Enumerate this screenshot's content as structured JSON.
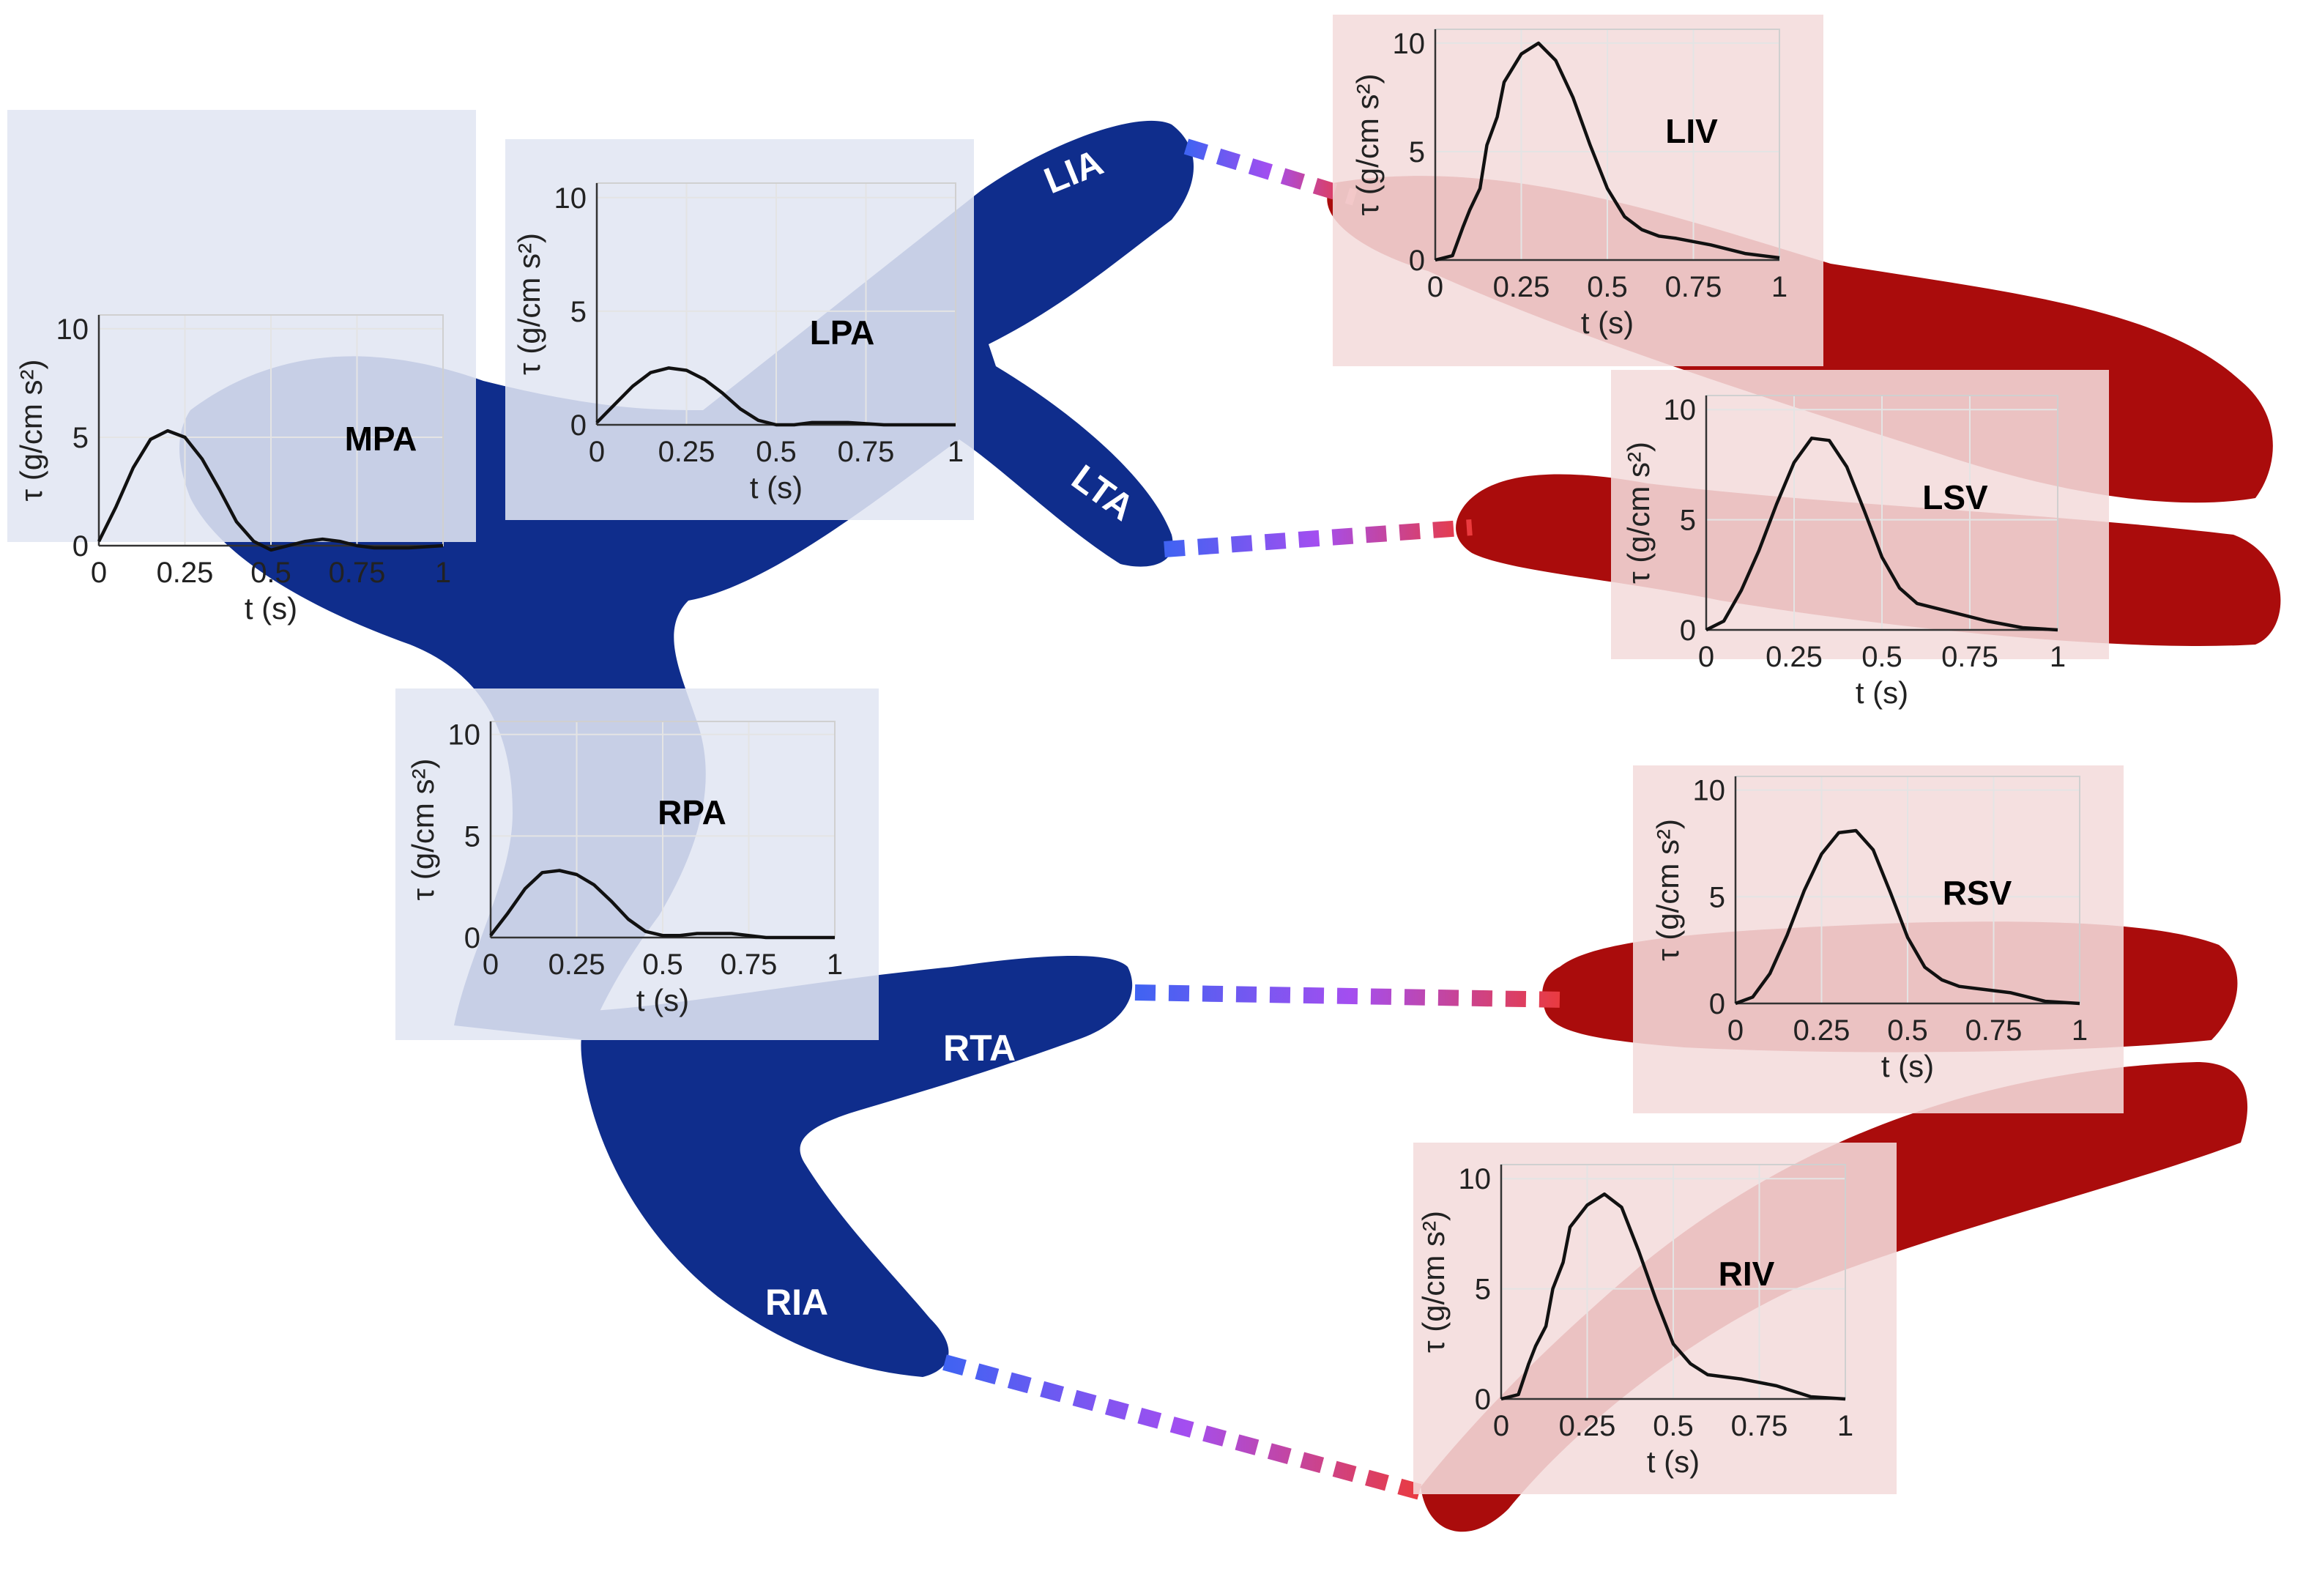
{
  "colors": {
    "artery": "#0f2d8c",
    "artery_light": "#1a47b8",
    "vein": "#aa0c0c",
    "panel_tint_blue": "#e1e6f3",
    "panel_tint_red": "#f4dcdc",
    "connector_start": "#3f63f2",
    "connector_mid": "#a44ef0",
    "connector_end": "#ec3a3a"
  },
  "vessel_labels": {
    "lia": "LIA",
    "lta": "LTA",
    "rta": "RTA",
    "ria": "RIA"
  },
  "axis_text": {
    "xlabel": "t (s)",
    "ylabel": "τ (g/cm s²)",
    "xticks": [
      "0",
      "0.25",
      "0.5",
      "0.75",
      "1"
    ],
    "yticks": [
      "0",
      "5",
      "10"
    ]
  },
  "chart_data": [
    {
      "type": "line",
      "label": "MPA",
      "xlim": [
        0,
        1
      ],
      "ylim": [
        0,
        10
      ],
      "x": [
        0,
        0.05,
        0.1,
        0.15,
        0.2,
        0.25,
        0.3,
        0.35,
        0.4,
        0.45,
        0.5,
        0.55,
        0.6,
        0.65,
        0.7,
        0.75,
        0.8,
        0.9,
        1.0
      ],
      "y": [
        0.2,
        1.8,
        3.6,
        4.9,
        5.3,
        5.0,
        4.0,
        2.6,
        1.1,
        0.2,
        -0.2,
        0.0,
        0.2,
        0.3,
        0.2,
        0.0,
        -0.1,
        -0.1,
        0.0
      ]
    },
    {
      "type": "line",
      "label": "LPA",
      "xlim": [
        0,
        1
      ],
      "ylim": [
        0,
        10
      ],
      "x": [
        0,
        0.05,
        0.1,
        0.15,
        0.2,
        0.25,
        0.3,
        0.35,
        0.4,
        0.45,
        0.5,
        0.55,
        0.6,
        0.7,
        0.8,
        0.9,
        1.0
      ],
      "y": [
        0.1,
        0.9,
        1.7,
        2.3,
        2.5,
        2.4,
        2.0,
        1.4,
        0.7,
        0.2,
        0.0,
        0.0,
        0.1,
        0.1,
        0.0,
        0.0,
        0.0
      ]
    },
    {
      "type": "line",
      "label": "RPA",
      "xlim": [
        0,
        1
      ],
      "ylim": [
        0,
        10
      ],
      "x": [
        0,
        0.05,
        0.1,
        0.15,
        0.2,
        0.25,
        0.3,
        0.35,
        0.4,
        0.45,
        0.5,
        0.55,
        0.6,
        0.7,
        0.8,
        0.9,
        1.0
      ],
      "y": [
        0.1,
        1.2,
        2.4,
        3.2,
        3.3,
        3.1,
        2.6,
        1.8,
        0.9,
        0.3,
        0.1,
        0.1,
        0.2,
        0.2,
        0.0,
        0.0,
        0.0
      ]
    },
    {
      "type": "line",
      "label": "LIV",
      "xlim": [
        0,
        1
      ],
      "ylim": [
        0,
        10
      ],
      "x": [
        0,
        0.05,
        0.08,
        0.1,
        0.13,
        0.15,
        0.18,
        0.2,
        0.25,
        0.3,
        0.35,
        0.4,
        0.45,
        0.5,
        0.55,
        0.6,
        0.65,
        0.7,
        0.8,
        0.9,
        1.0
      ],
      "y": [
        0.0,
        0.2,
        1.5,
        2.3,
        3.3,
        5.3,
        6.6,
        8.2,
        9.5,
        10.0,
        9.2,
        7.5,
        5.3,
        3.3,
        2.0,
        1.4,
        1.1,
        1.0,
        0.7,
        0.3,
        0.1
      ]
    },
    {
      "type": "line",
      "label": "LSV",
      "xlim": [
        0,
        1
      ],
      "ylim": [
        0,
        10
      ],
      "x": [
        0,
        0.05,
        0.1,
        0.15,
        0.2,
        0.25,
        0.3,
        0.35,
        0.4,
        0.45,
        0.5,
        0.55,
        0.6,
        0.65,
        0.7,
        0.8,
        0.9,
        1.0
      ],
      "y": [
        0.0,
        0.4,
        1.8,
        3.6,
        5.7,
        7.6,
        8.7,
        8.6,
        7.4,
        5.4,
        3.3,
        1.9,
        1.2,
        1.0,
        0.8,
        0.4,
        0.1,
        0.0
      ]
    },
    {
      "type": "line",
      "label": "RSV",
      "xlim": [
        0,
        1
      ],
      "ylim": [
        0,
        10
      ],
      "x": [
        0,
        0.05,
        0.1,
        0.15,
        0.2,
        0.25,
        0.3,
        0.35,
        0.4,
        0.45,
        0.5,
        0.55,
        0.6,
        0.65,
        0.7,
        0.8,
        0.9,
        1.0
      ],
      "y": [
        0.0,
        0.3,
        1.4,
        3.2,
        5.3,
        7.0,
        8.0,
        8.1,
        7.2,
        5.2,
        3.1,
        1.7,
        1.1,
        0.8,
        0.7,
        0.5,
        0.1,
        0.0
      ]
    },
    {
      "type": "line",
      "label": "RIV",
      "xlim": [
        0,
        1
      ],
      "ylim": [
        0,
        10
      ],
      "x": [
        0,
        0.05,
        0.08,
        0.1,
        0.13,
        0.15,
        0.18,
        0.2,
        0.25,
        0.3,
        0.35,
        0.4,
        0.45,
        0.5,
        0.55,
        0.6,
        0.7,
        0.8,
        0.9,
        1.0
      ],
      "y": [
        0.0,
        0.2,
        1.6,
        2.4,
        3.3,
        5.0,
        6.2,
        7.8,
        8.8,
        9.3,
        8.7,
        6.7,
        4.5,
        2.5,
        1.6,
        1.1,
        0.9,
        0.6,
        0.1,
        0.0
      ]
    }
  ]
}
